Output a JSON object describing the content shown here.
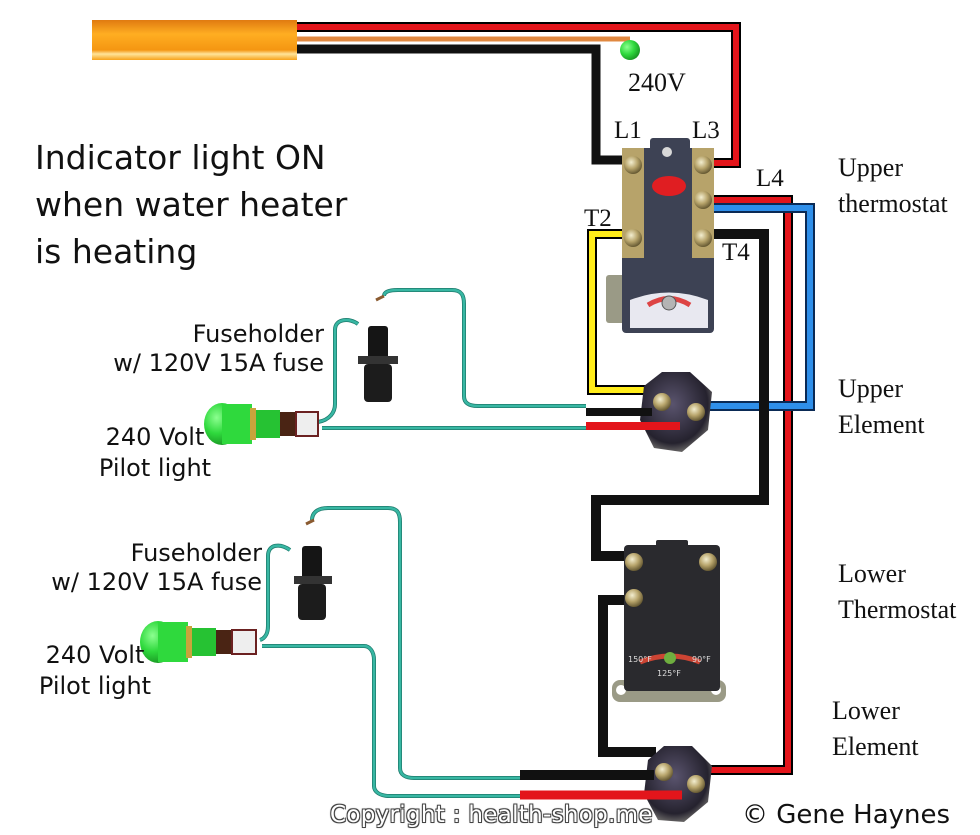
{
  "diagram": {
    "title_lines": [
      "Indicator light ON",
      "when water heater",
      "is heating"
    ],
    "supply_voltage": "240V",
    "terminals": {
      "l1": "L1",
      "l3": "L3",
      "l4": "L4",
      "t2": "T2",
      "t4": "T4"
    },
    "components": {
      "upper_thermostat": [
        "Upper",
        "thermostat"
      ],
      "upper_element": [
        "Upper",
        "Element"
      ],
      "lower_thermostat": [
        "Lower",
        "Thermostat"
      ],
      "lower_element": [
        "Lower",
        "Element"
      ]
    },
    "upper_circuit": {
      "fuseholder": [
        "Fuseholder",
        "w/ 120V 15A fuse"
      ],
      "pilot_light": [
        "240 Volt",
        "Pilot light"
      ]
    },
    "lower_circuit": {
      "fuseholder": [
        "Fuseholder",
        "w/ 120V 15A fuse"
      ],
      "pilot_light": [
        "240 Volt",
        "Pilot light"
      ]
    },
    "thermostat_dial": {
      "low": "90°F",
      "mid": "125°F",
      "high": "150°F"
    },
    "copyright": "Copyright : health-shop.me",
    "author": "© Gene Haynes"
  },
  "colors": {
    "cable_jacket": "#f7a21b",
    "hot_red": "#e3151b",
    "hot_black": "#111111",
    "neutral_blue": "#2f8fea",
    "jumper_yellow": "#ffec1a",
    "pilot_wire": "#38b7a3",
    "pilot_green": "#2fd93d",
    "thermostat_body": "#2a2a2e",
    "thermostat_upper_body": "#3d4254",
    "screw_brass": "#b7a36a"
  }
}
